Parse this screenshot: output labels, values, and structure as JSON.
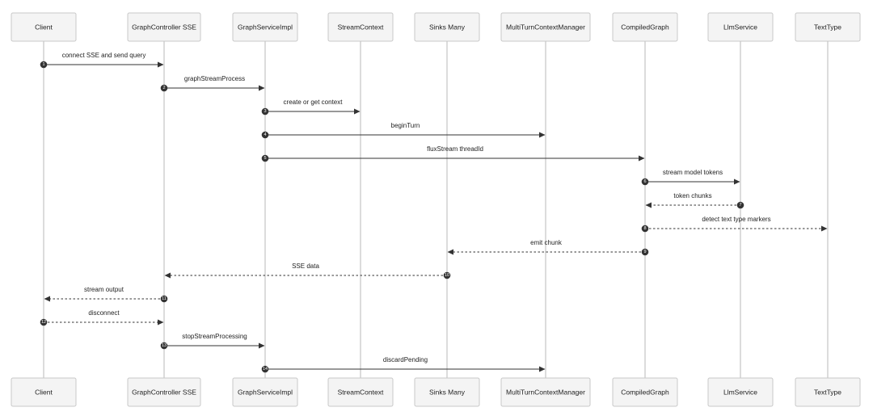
{
  "participants": [
    {
      "id": "client",
      "label": "Client"
    },
    {
      "id": "controller",
      "label": "GraphController SSE"
    },
    {
      "id": "service",
      "label": "GraphServiceImpl"
    },
    {
      "id": "stream",
      "label": "StreamContext"
    },
    {
      "id": "sinks",
      "label": "Sinks Many"
    },
    {
      "id": "multiturn",
      "label": "MultiTurnContextManager"
    },
    {
      "id": "compiled",
      "label": "CompiledGraph"
    },
    {
      "id": "llm",
      "label": "LlmService"
    },
    {
      "id": "texttype",
      "label": "TextType"
    }
  ],
  "messages": [
    {
      "num": "1",
      "from": "client",
      "to": "controller",
      "label": "connect SSE and send query",
      "dashed": false
    },
    {
      "num": "2",
      "from": "controller",
      "to": "service",
      "label": "graphStreamProcess",
      "dashed": false
    },
    {
      "num": "3",
      "from": "service",
      "to": "stream",
      "label": "create or get context",
      "dashed": false
    },
    {
      "num": "4",
      "from": "service",
      "to": "multiturn",
      "label": "beginTurn",
      "dashed": false
    },
    {
      "num": "5",
      "from": "service",
      "to": "compiled",
      "label": "fluxStream threadId",
      "dashed": false
    },
    {
      "num": "6",
      "from": "compiled",
      "to": "llm",
      "label": "stream model tokens",
      "dashed": false
    },
    {
      "num": "7",
      "from": "llm",
      "to": "compiled",
      "label": "token chunks",
      "dashed": true
    },
    {
      "num": "8",
      "from": "compiled",
      "to": "texttype",
      "label": "detect text type markers",
      "dashed": true
    },
    {
      "num": "9",
      "from": "compiled",
      "to": "sinks",
      "label": "emit chunk",
      "dashed": true
    },
    {
      "num": "10",
      "from": "sinks",
      "to": "controller",
      "label": "SSE data",
      "dashed": true
    },
    {
      "num": "11",
      "from": "controller",
      "to": "client",
      "label": "stream output",
      "dashed": true
    },
    {
      "num": "12",
      "from": "client",
      "to": "controller",
      "label": "disconnect",
      "dashed": true
    },
    {
      "num": "13",
      "from": "controller",
      "to": "service",
      "label": "stopStreamProcessing",
      "dashed": false
    },
    {
      "num": "14",
      "from": "service",
      "to": "multiturn",
      "label": "discardPending",
      "dashed": false
    }
  ]
}
